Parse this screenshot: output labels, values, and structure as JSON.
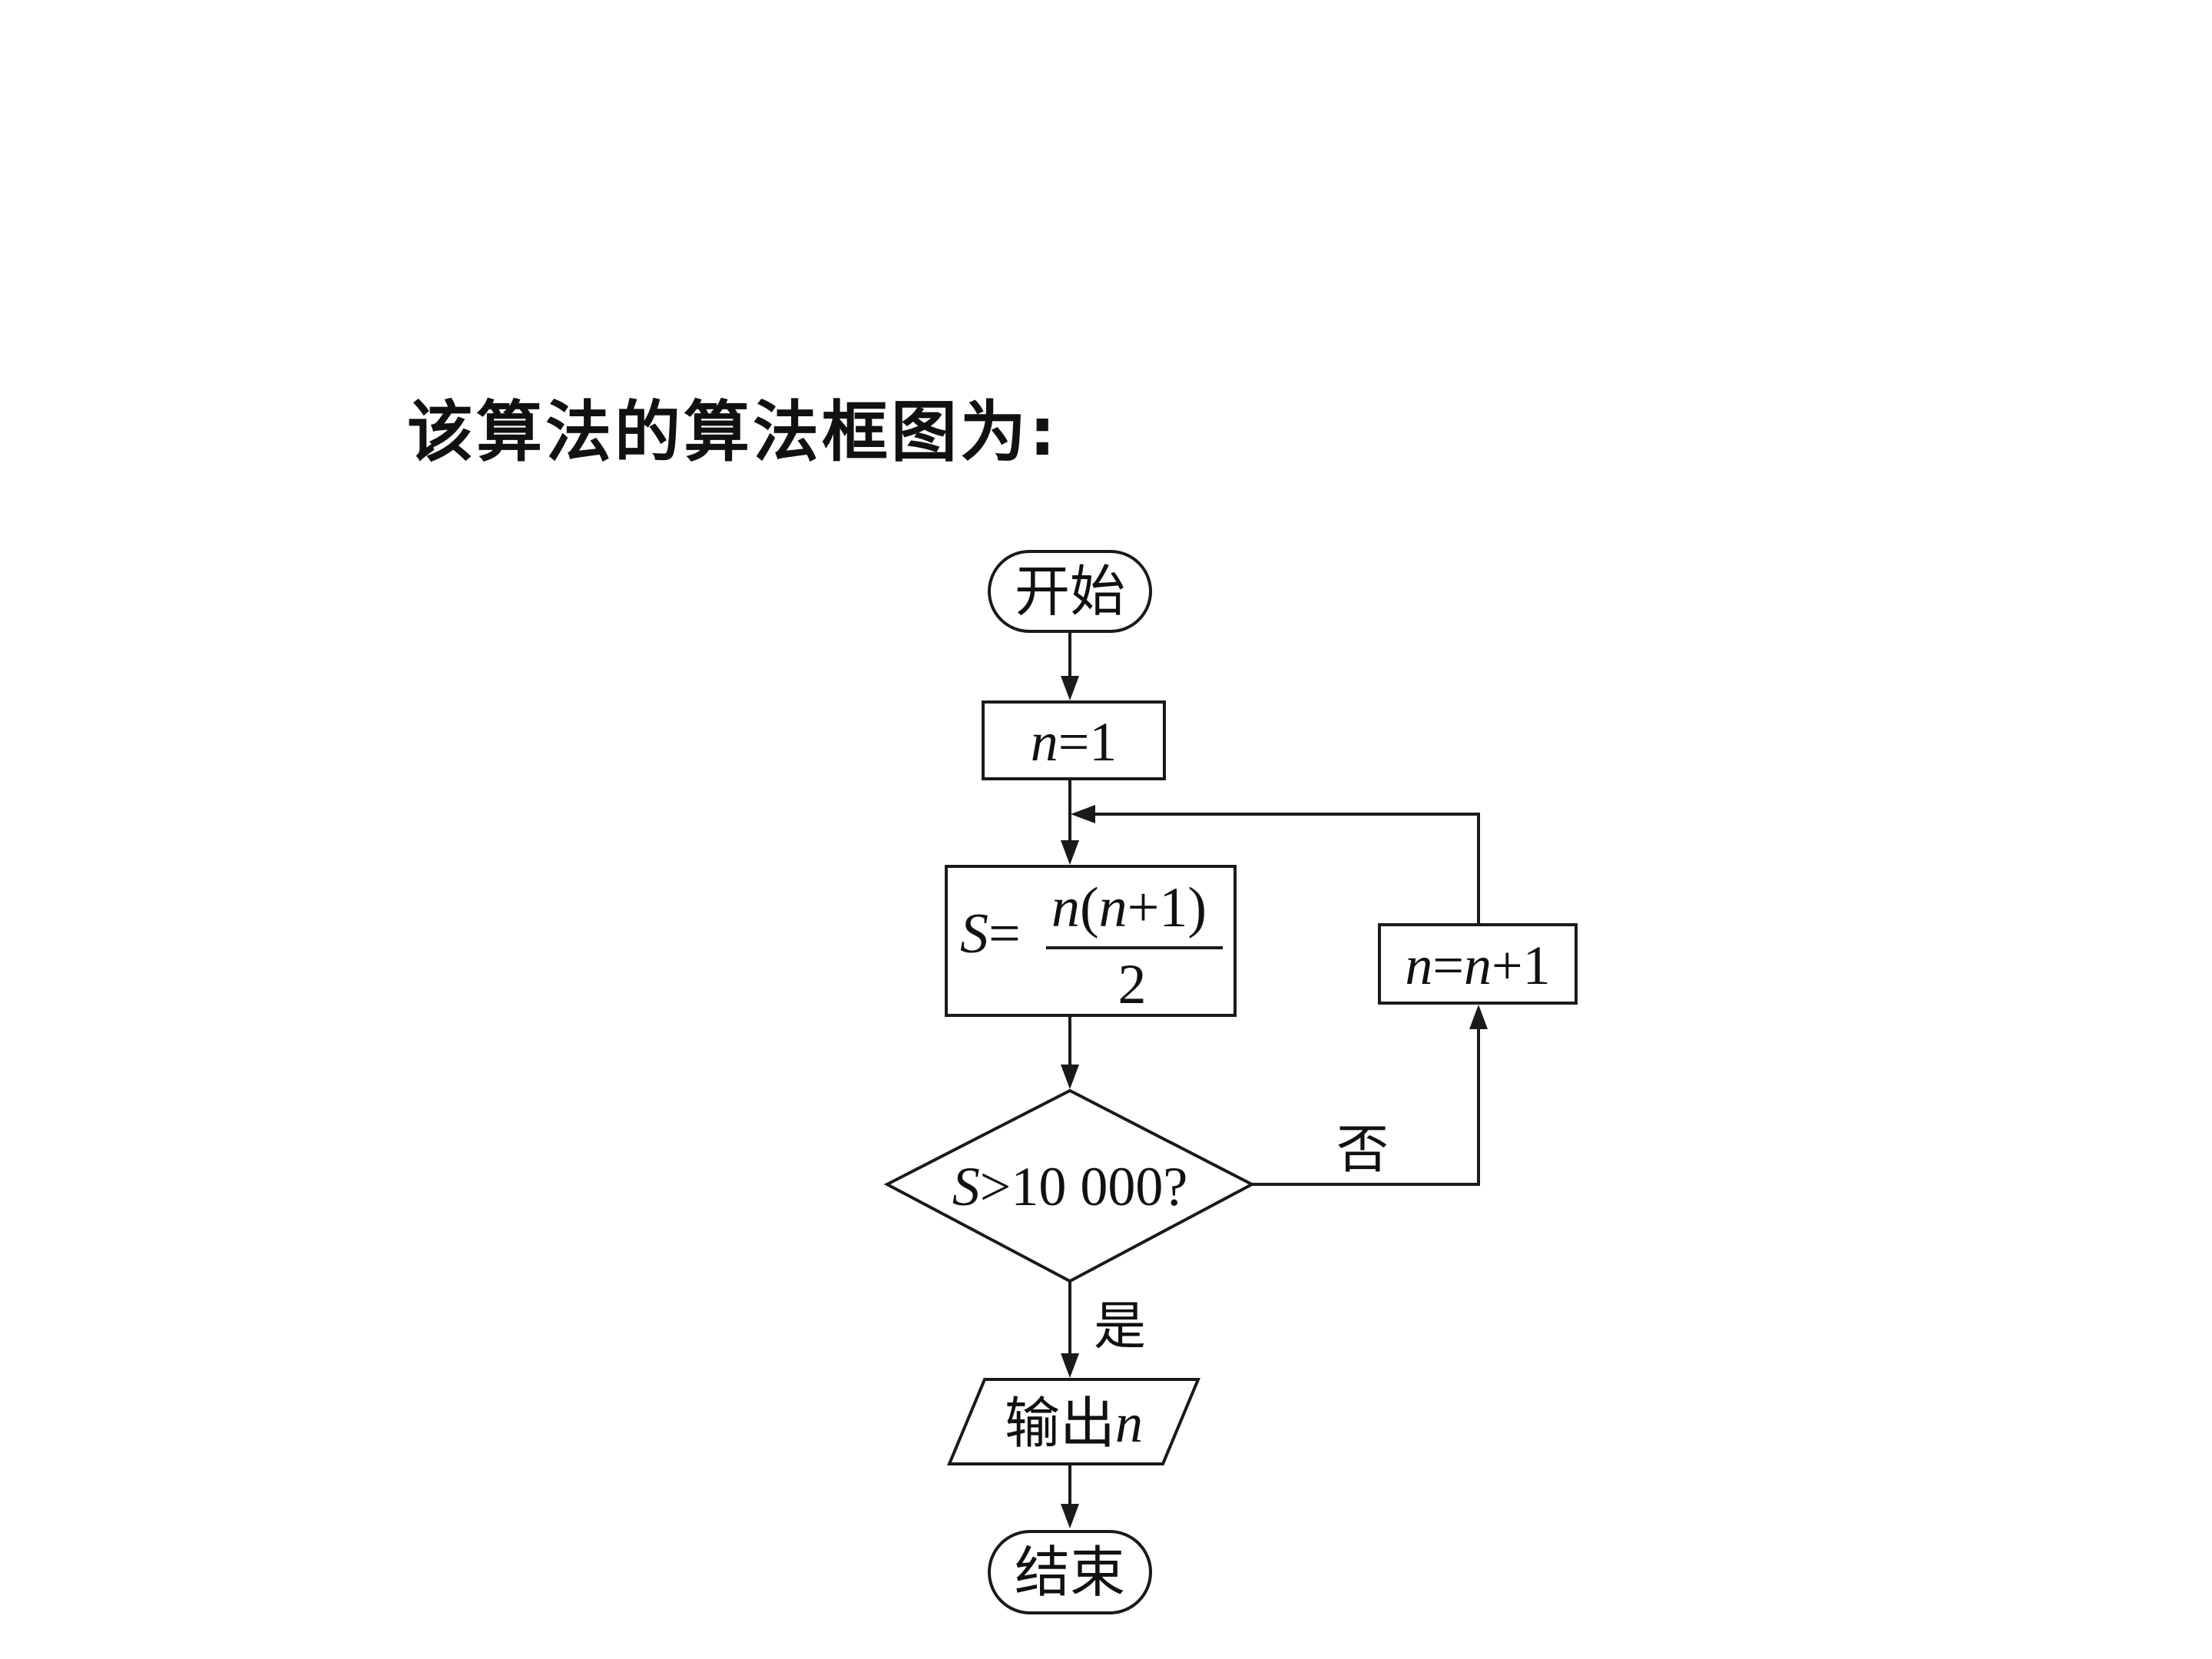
{
  "heading": "该算法的算法框图为:",
  "flowchart": {
    "start": "开始",
    "init": {
      "var": "n",
      "rest": "=1"
    },
    "compute": {
      "lhs": "S",
      "eq": "=",
      "num_n": "n",
      "num_lp": "(",
      "num_n2": "n",
      "num_rest": "+1)",
      "den": "2"
    },
    "decision": {
      "var": "S",
      "rest": ">10 000?"
    },
    "increment": {
      "var1": "n",
      "eq": "=",
      "var2": "n",
      "rest": "+1"
    },
    "no_label": "否",
    "yes_label": "是",
    "output": {
      "label": "输出",
      "var": "n"
    },
    "end": "结束"
  }
}
